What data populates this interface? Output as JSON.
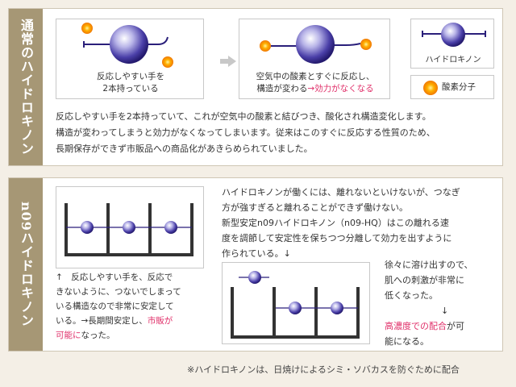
{
  "section1": {
    "sidebar_label": "通常のハイドロキノン",
    "box1_caption_lines": [
      "反応しやすい手を",
      "2本持っている"
    ],
    "box2_caption_line1": "空気中の酸素とすぐに反応し、",
    "box2_caption_line2_prefix": "構造が変わる",
    "box2_caption_line2_highlight": "→効力がなくなる",
    "legend_hydroquinone": "ハイドロキノン",
    "legend_oxygen": "酸素分子",
    "paragraph_lines": [
      "反応しやすい手を2本持っていて、これが空気中の酸素と結びつき、酸化され構造変化します。",
      "構造が変わってしまうと効力がなくなってしまいます。従来はこのすぐに反応する性質のため、",
      "長期保存ができず市販品への商品化があきらめられていました。"
    ]
  },
  "section2": {
    "sidebar_label": "n09ハイドロキノン",
    "left_caption_lines": [
      "↑　反応しやすい手を、反応で",
      "きないように、つないでしまって",
      "いる構造なので非常に安定して"
    ],
    "left_caption_last_prefix": "いる。→長期間安定し、",
    "left_caption_last_highlight": "市販が",
    "left_caption_final_highlight": "可能に",
    "left_caption_final_suffix": "なった。",
    "top_paragraph_lines": [
      "ハイドロキノンが働くには、離れないといけないが、つなぎ",
      "方が強すぎると離れることができず働けない。",
      "新型安定n09ハイドロキノン（n09-HQ）はこの離れる速",
      "度を調節して安定性を保ちつつ分離して効力を出すように",
      "作られている。↓"
    ],
    "right_paragraph_lines": [
      "徐々に溶け出すので、",
      "肌への刺激が非常に",
      "低くなった。",
      "↓"
    ],
    "right_highlight": "高濃度での配合",
    "right_suffix_1": "が可",
    "right_suffix_2": "能になる。"
  },
  "footnote": "※ハイドロキノンは、日焼けによるシミ・ソバカスを防ぐために配合",
  "colors": {
    "sidebar": "#a69775",
    "highlight": "#e0306a",
    "sphere_dark": "#2a1f7a",
    "oxygen": "#f5a000"
  }
}
